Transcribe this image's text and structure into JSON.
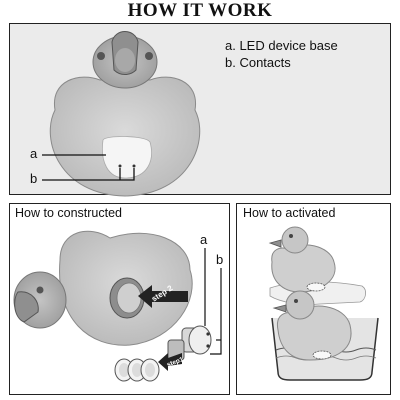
{
  "title": "HOW IT WORK",
  "legend": {
    "a": "a.  LED device base",
    "b": "b.  Contacts"
  },
  "labels": {
    "a": "a",
    "b": "b"
  },
  "panels": {
    "constructed": "How to constructed",
    "activated": "How to activated"
  },
  "steps": {
    "step1": "step1",
    "step2": "step 2"
  }
}
